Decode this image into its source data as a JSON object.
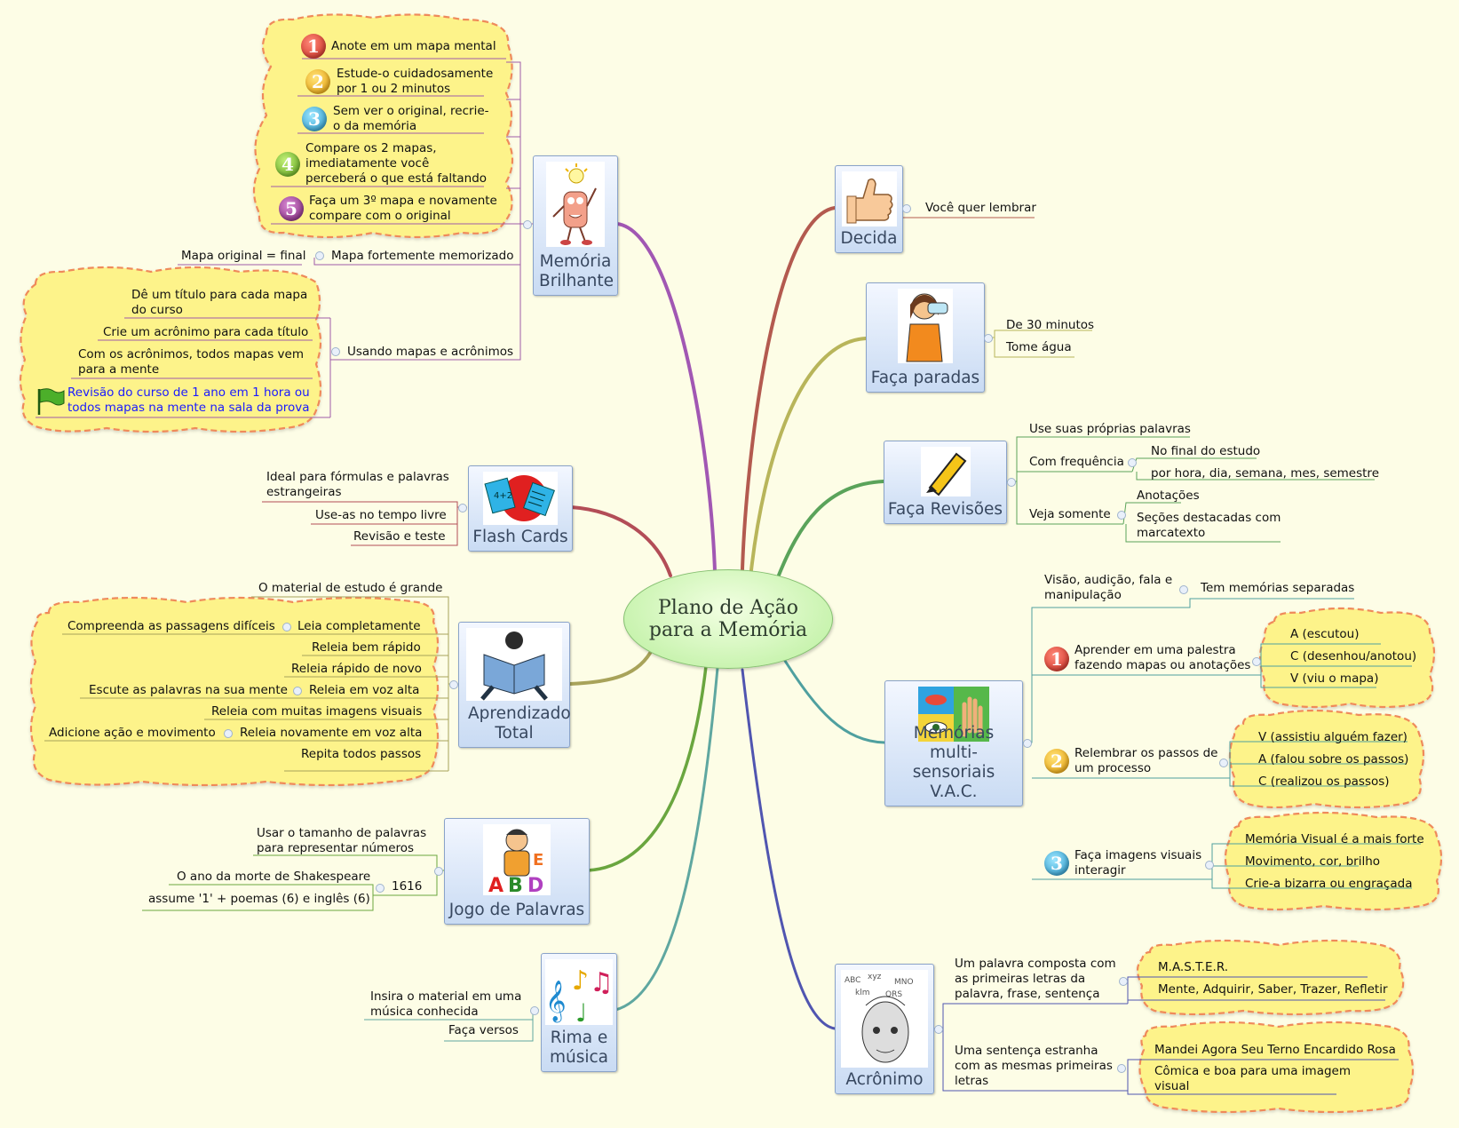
{
  "center": "Plano de Ação para a Memória",
  "topics": {
    "memoria_brilhante": "Memória Brilhante",
    "flash_cards": "Flash Cards",
    "aprendizado_total": "Aprendizado Total",
    "jogo_de_palavras": "Jogo de Palavras",
    "rima_e_musica": "Rima e música",
    "decida": "Decida",
    "faca_paradas": "Faça paradas",
    "faca_revisoes": "Faça Revisões",
    "memorias_vac": "Memórias multi-sensoriais V.A.C.",
    "acronimo": "Acrônimo"
  },
  "memoria": {
    "steps": [
      {
        "n": "1",
        "text": "Anote em um mapa mental"
      },
      {
        "n": "2",
        "text": "Estude-o cuidadosamente por 1 ou 2 minutos"
      },
      {
        "n": "3",
        "text": "Sem ver o original, recrie-o da memória"
      },
      {
        "n": "4",
        "text": "Compare os 2 mapas, imediatamente você perceberá o que está faltando"
      },
      {
        "n": "5",
        "text": "Faça um 3º mapa e novamente compare com o original"
      }
    ],
    "fortemente": "Mapa fortemente memorizado",
    "original": "Mapa original = final",
    "usando": "Usando mapas e acrônimos",
    "usando_items": [
      "Dê um título para cada mapa do curso",
      "Crie um acrônimo para cada título",
      "Com os acrônimos, todos mapas vem para a mente",
      "Revisão do curso de 1 ano em 1 hora ou todos mapas na mente na sala da prova"
    ]
  },
  "flash": [
    "Ideal para fórmulas e palavras estrangeiras",
    "Use-as no tempo livre",
    "Revisão e teste"
  ],
  "aprendizado": {
    "grande": "O material de estudo é grande",
    "leia": "Leia completamente",
    "compreenda": "Compreenda as passagens difíceis",
    "rapido": "Releia bem rápido",
    "rapido_novo": "Releia rápido de novo",
    "voz_alta": "Releia em voz alta",
    "escute": "Escute as palavras na sua mente",
    "imagens": "Releia com muitas imagens visuais",
    "novamente": "Releia novamente em voz alta",
    "adicione": "Adicione ação e movimento",
    "repita": "Repita todos passos"
  },
  "jogo": {
    "usar": "Usar o tamanho de palavras para representar números",
    "n1616": "1616",
    "shakespeare": "O ano da morte de Shakespeare",
    "assume": "assume '1' + poemas (6) e inglês (6)"
  },
  "rima": [
    "Insira o material em uma música conhecida",
    "Faça versos"
  ],
  "decida": "Você quer lembrar",
  "paradas": [
    "De 30 minutos",
    "Tome água"
  ],
  "revisoes": {
    "proprias": "Use suas próprias palavras",
    "frequencia": "Com frequência",
    "final": "No final do estudo",
    "hora": "por hora, dia, semana, mes, semestre",
    "veja": "Veja somente",
    "anotacoes": "Anotações",
    "secoes": "Seções destacadas com marcatexto"
  },
  "vac": {
    "visao": "Visão, audição, fala e manipulação",
    "separadas": "Tem memórias separadas",
    "aprender": {
      "n": "1",
      "text": "Aprender em uma palestra fazendo mapas ou anotações",
      "items": [
        "A (escutou)",
        "C (desenhou/anotou)",
        "V (viu o mapa)"
      ]
    },
    "relembrar": {
      "n": "2",
      "text": "Relembrar os passos de um processo",
      "items": [
        "V (assistiu alguém fazer)",
        "A (falou sobre os passos)",
        "C (realizou os passos)"
      ]
    },
    "imagens": {
      "n": "3",
      "text": "Faça imagens visuais interagir",
      "items": [
        "Memória Visual é a mais forte",
        "Movimento, cor, brilho",
        "Crie-a bizarra ou engraçada"
      ]
    }
  },
  "acronimo": {
    "composta": "Um palavra composta com as primeiras letras da palavra, frase, sentença",
    "master": "M.A.S.T.E.R.",
    "mente": "Mente, Adquirir, Saber, Trazer, Refletir",
    "sentenca": "Uma sentença estranha com as mesmas primeiras letras",
    "mandei": "Mandei Agora Seu Terno Encardido Rosa",
    "comica": "Cômica e boa para uma  imagem visual"
  }
}
